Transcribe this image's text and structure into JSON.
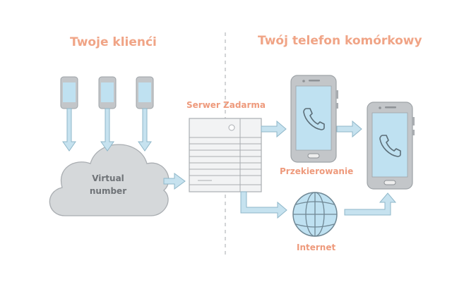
{
  "left_title": "Twoje klienći",
  "right_title": "Twój telefon komórkowy",
  "server_label": "Serwer Zadarma",
  "cloud_label_line1": "Virtual",
  "cloud_label_line2": "number",
  "forward_label": "Przekierowanie",
  "internet_label": "Internet",
  "colors": {
    "accent_text": "#f0a486",
    "arrow_fill": "#c6e2ef",
    "arrow_stroke": "#8fb7c9",
    "device_frame": "#c3c6c9",
    "screen": "#bfe1f1",
    "icon_stroke": "#5c6e78",
    "cloud": "#d5d8da",
    "divider": "#b5b8bb"
  }
}
